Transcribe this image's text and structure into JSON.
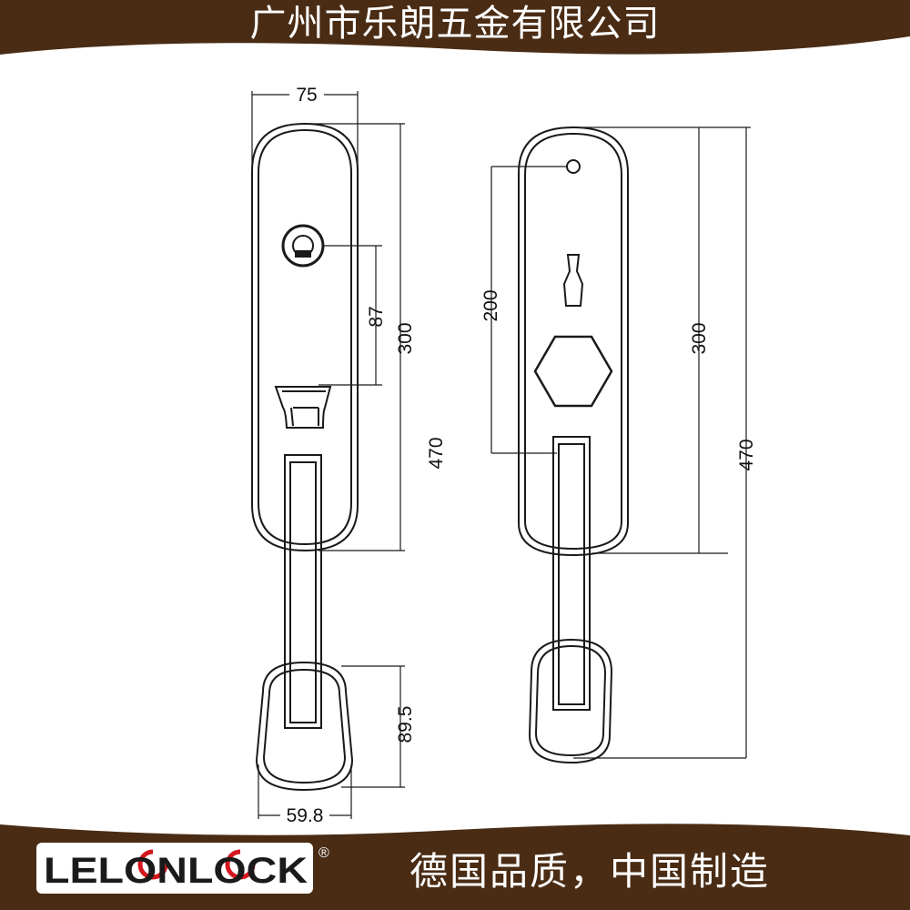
{
  "header": {
    "company_name": "广州市乐朗五金有限公司"
  },
  "footer": {
    "brand": "LELONLOCK",
    "registered_mark": "®",
    "slogan": "德国品质，中国制造"
  },
  "colors": {
    "frame": "#4a2c14",
    "paper": "#ffffff",
    "line": "#1a1a1a",
    "logo_red": "#d4171e"
  },
  "left_view": {
    "dimensions": {
      "top_width": "75",
      "keyhole_to_thumb": "87",
      "plate_height": "300",
      "total_height": "470",
      "grip_height": "89.5",
      "grip_width": "59.8"
    }
  },
  "right_view": {
    "dimensions": {
      "hole_to_handle": "200",
      "plate_height": "300",
      "total_height": "470"
    }
  }
}
